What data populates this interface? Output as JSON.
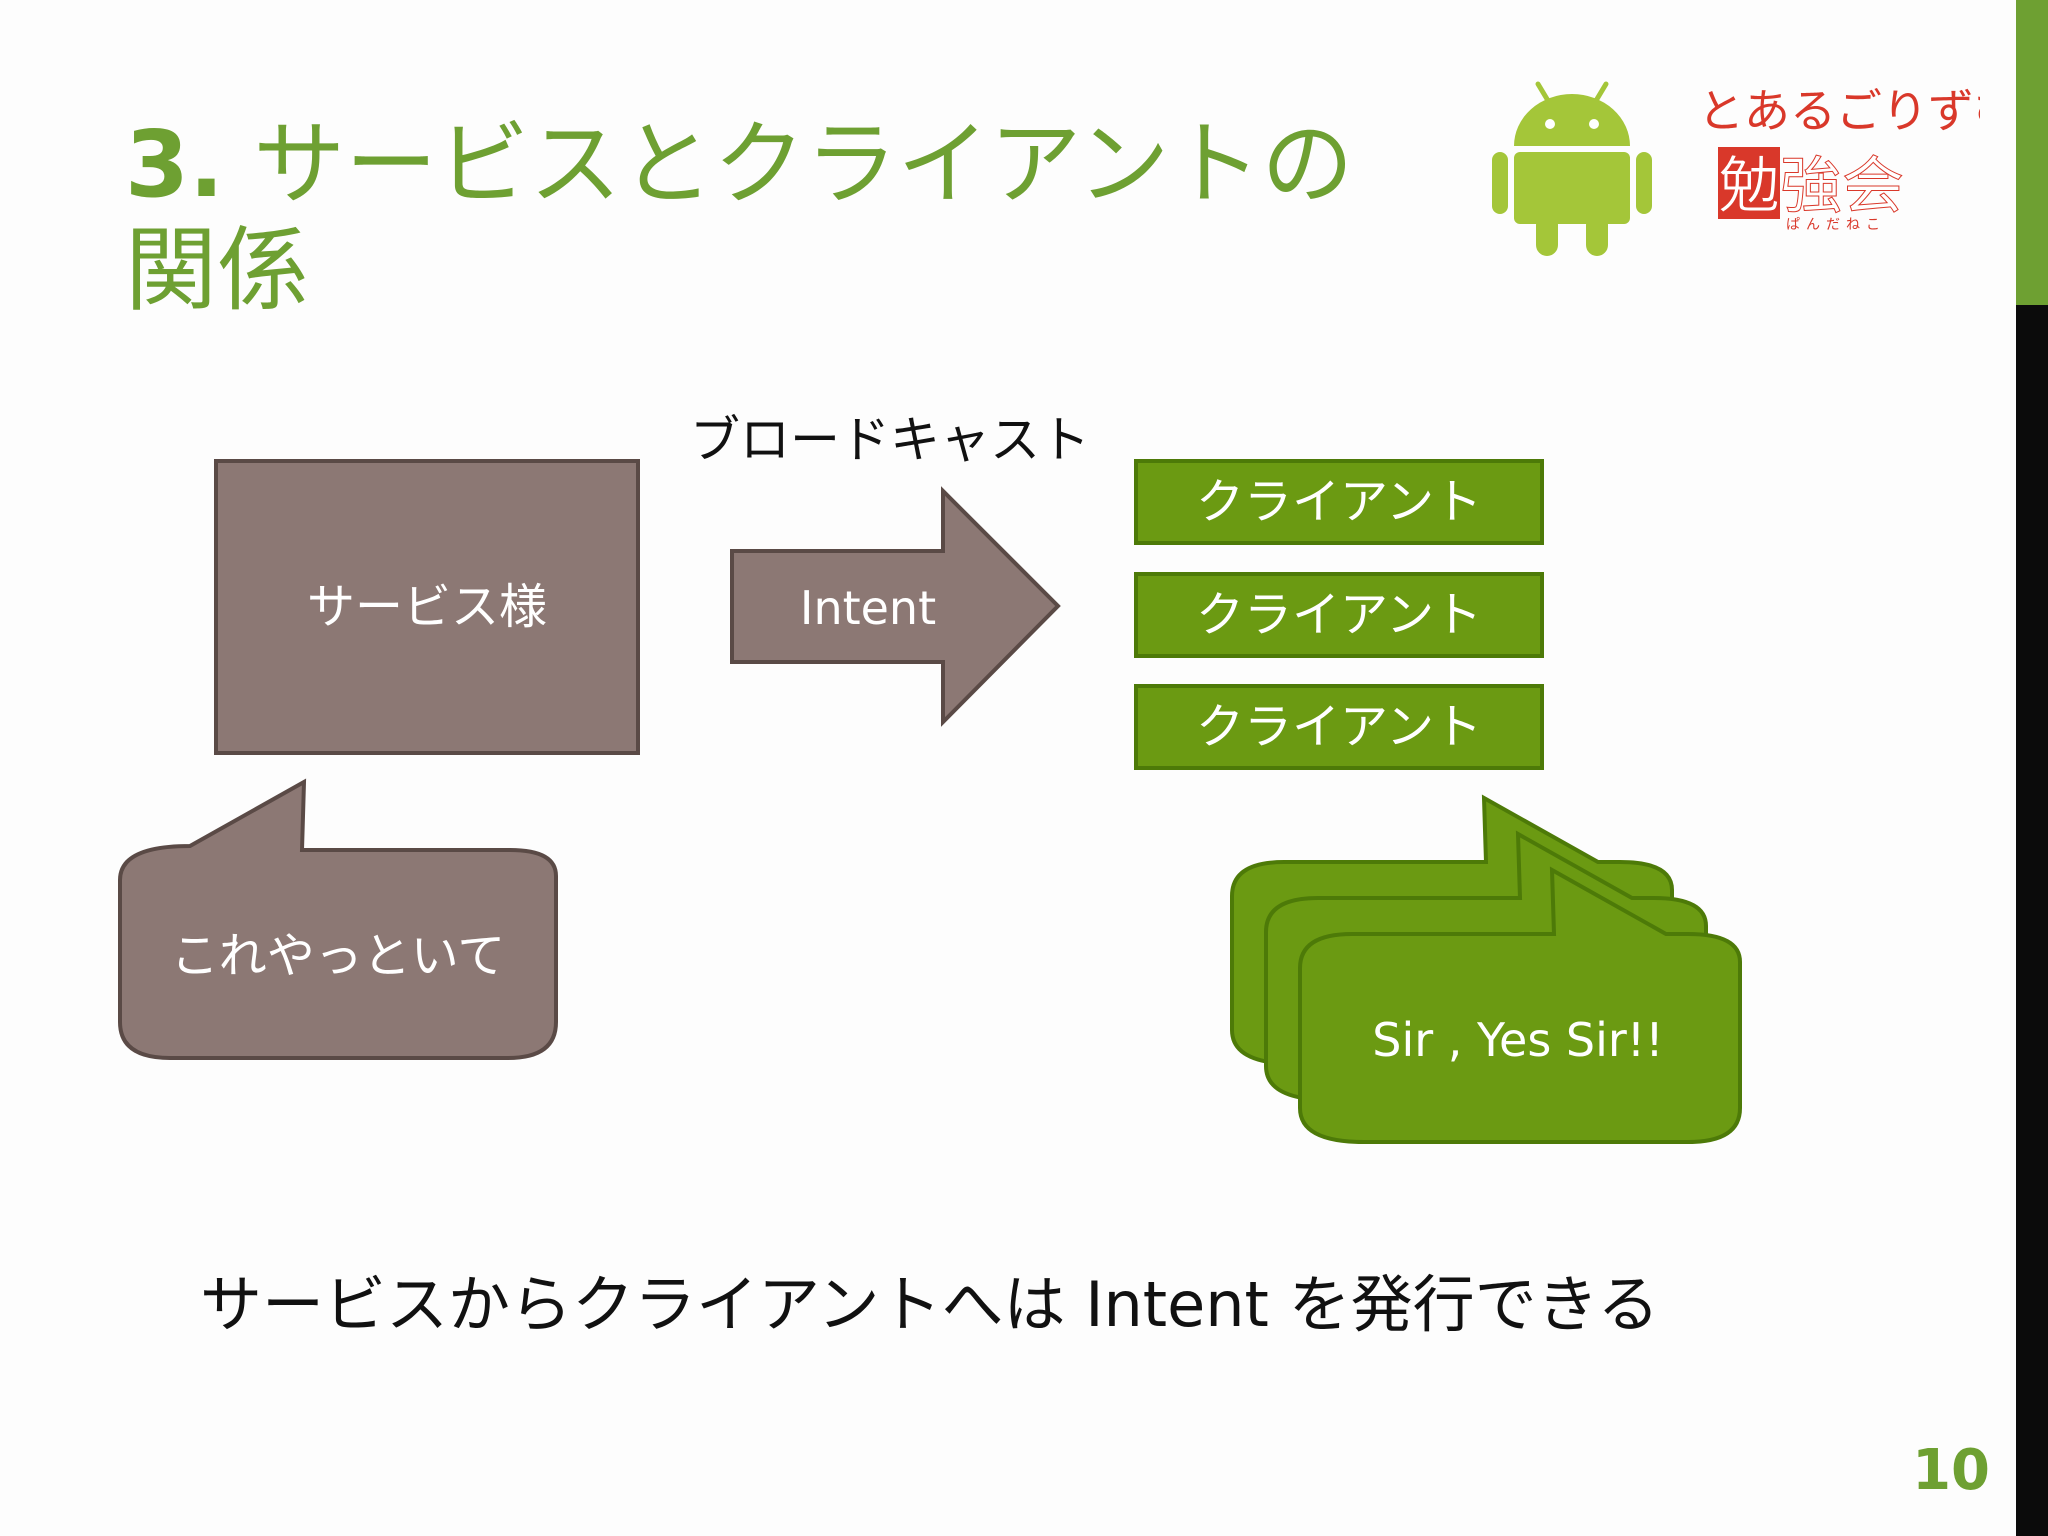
{
  "slide": {
    "title_number": "3.",
    "title_text": "サービスとクライアントの関係",
    "broadcast_label": "ブロードキャスト",
    "bottom_caption": "サービスからクライアントへは Intent  を発行できる",
    "page_number": "10"
  },
  "diagram": {
    "service_label": "サービス様",
    "service_speech": "これやっといて",
    "intent_label": "Intent",
    "client_labels": [
      "クライアント",
      "クライアント",
      "クライアント"
    ],
    "client_reply": "Sir , Yes Sir!!"
  },
  "logos": {
    "android_icon": "android-robot-icon",
    "study_logo_top": "とあるごりずむの",
    "study_logo_main": "勉強会",
    "study_logo_sub": "ぱんだねこ"
  },
  "colors": {
    "accent_green": "#6ea032",
    "client_green": "#6b9a12",
    "service_brown": "#8c7874",
    "logo_red": "#d9382a"
  }
}
